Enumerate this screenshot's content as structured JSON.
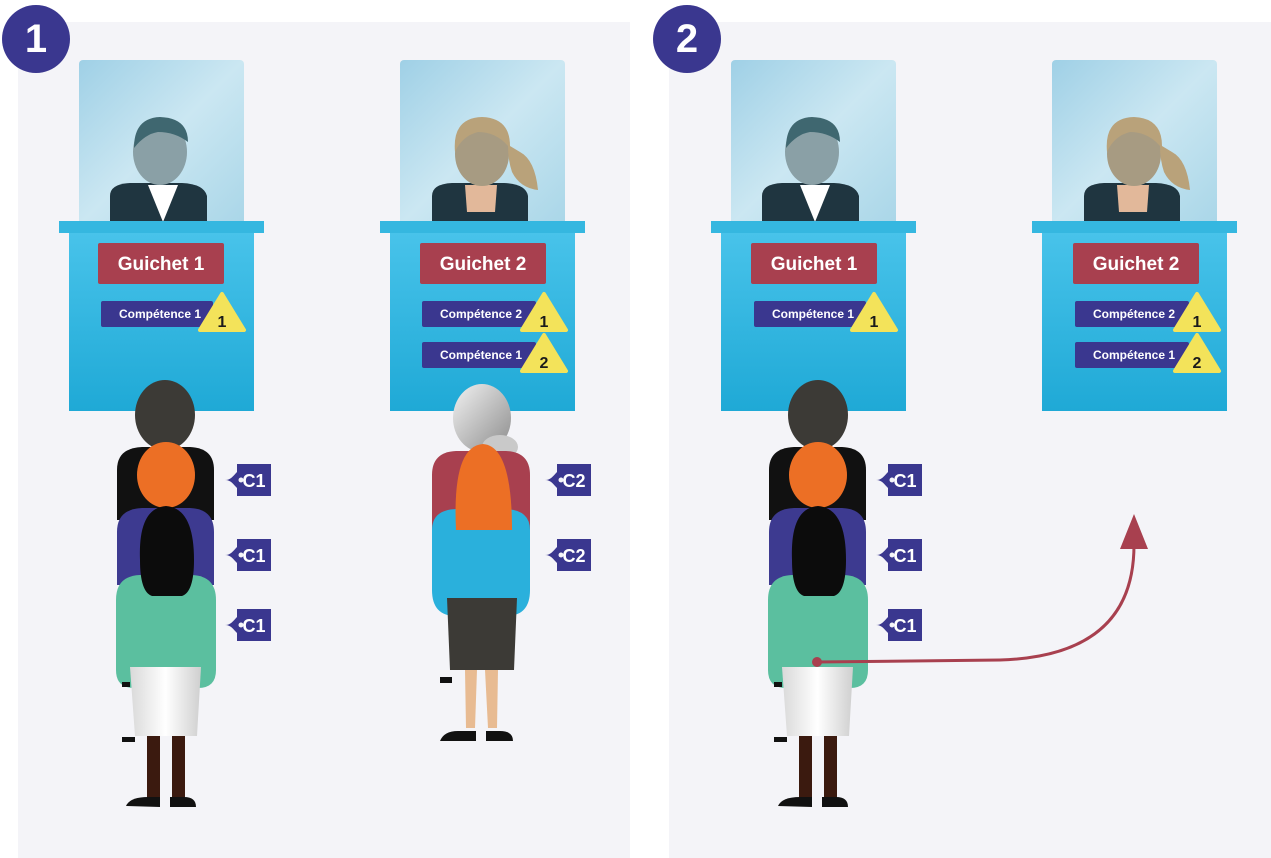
{
  "steps": [
    "1",
    "2"
  ],
  "counters": {
    "guichet1": "Guichet 1",
    "guichet2": "Guichet 2"
  },
  "skills": {
    "competence1": "Compétence 1",
    "competence2": "Compétence 2"
  },
  "priorities": {
    "p1": "1",
    "p2": "2"
  },
  "tags": {
    "c1": "C1",
    "c2": "C2"
  },
  "colors": {
    "badge": "#3a378f",
    "counter_label": "#a8404f",
    "desk": "#3dbde6",
    "skill_chip": "#3a378f",
    "priority_triangle": "#f3e35a",
    "arrow": "#a8404f",
    "panel_bg": "#f4f4f8"
  }
}
